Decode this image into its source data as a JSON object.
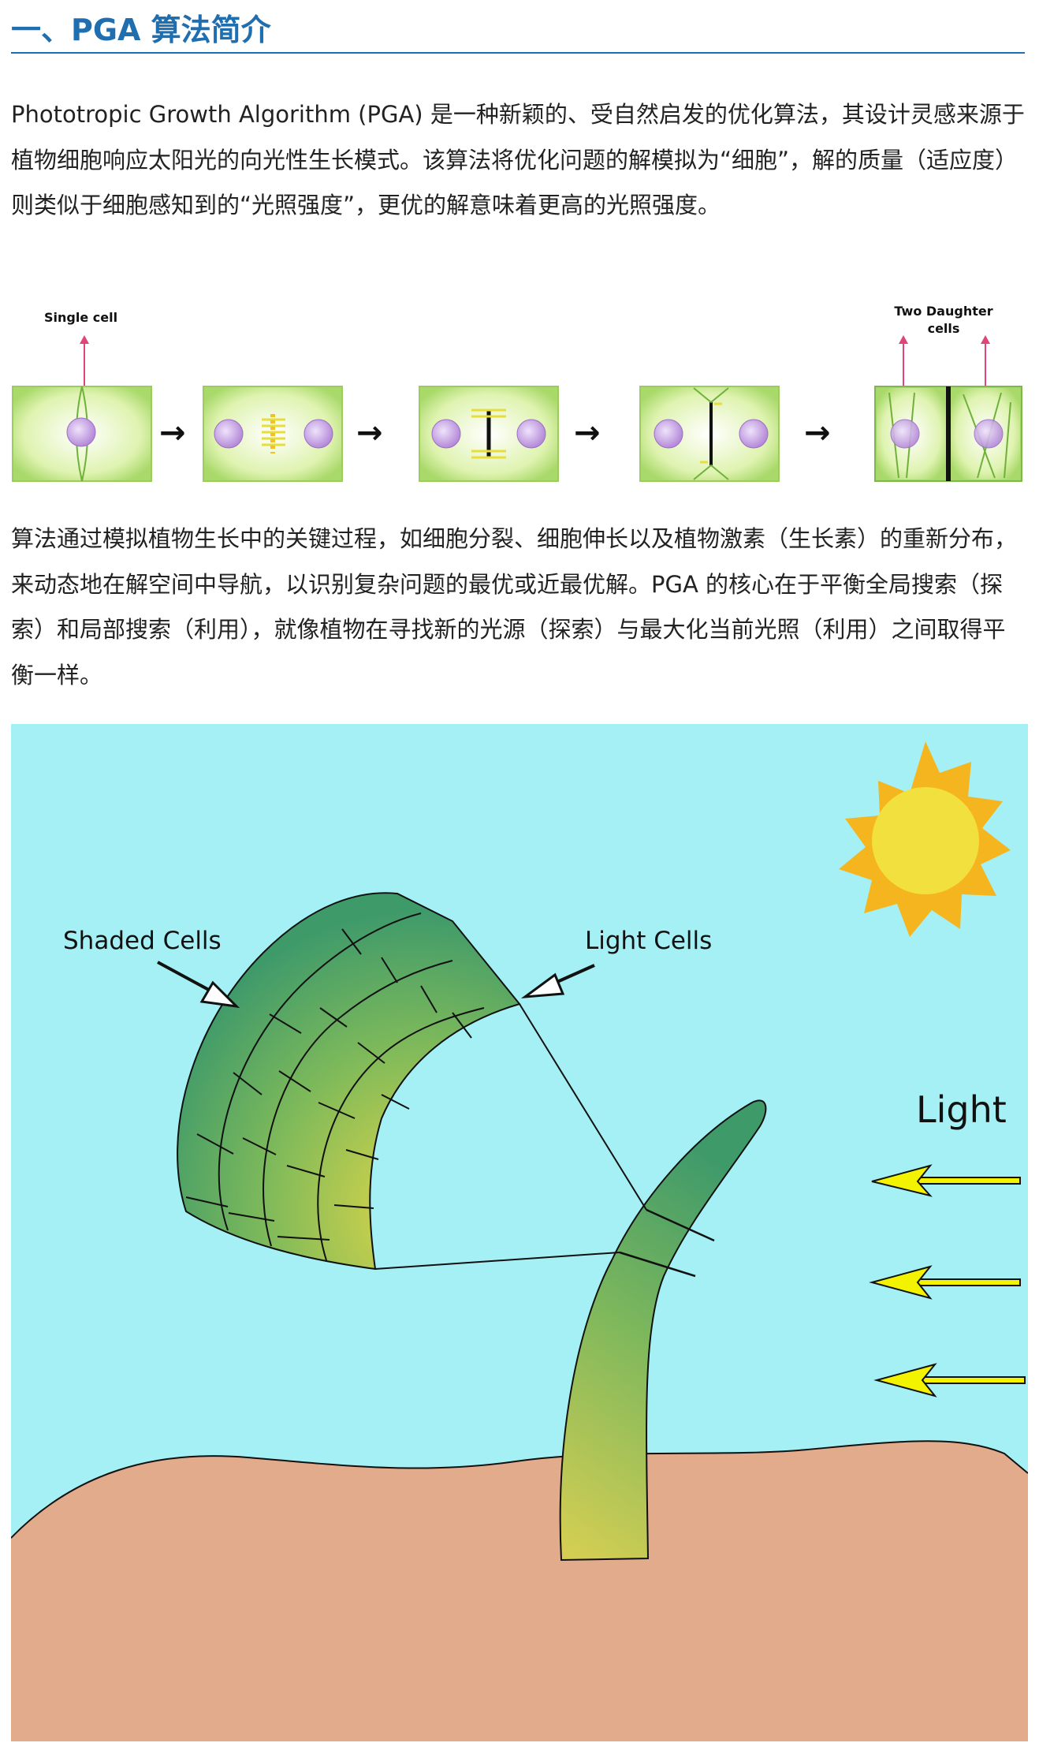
{
  "section": {
    "title": "一、PGA 算法简介"
  },
  "paragraphs": [
    "Phototropic Growth Algorithm (PGA) 是一种新颖的、受自然启发的优化算法，其设计灵感来源于植物细胞响应太阳光的向光性生长模式。该算法将优化问题的解模拟为“细胞”，解的质量（适应度）则类似于细胞感知到的“光照强度”，更优的解意味着更高的光照强度。",
    "算法通过模拟植物生长中的关键过程，如细胞分裂、细胞伸长以及植物激素（生长素）的重新分布，来动态地在解空间中导航，以识别复杂问题的最优或近最优解。PGA 的核心在于平衡全局搜索（探索）和局部搜索（利用），就像植物在寻找新的光源（探索）与最大化当前光照（利用）之间取得平衡一样。"
  ],
  "figure1": {
    "label_single": "Single cell",
    "label_daughter_line1": "Two Daughter",
    "label_daughter_line2": "cells"
  },
  "figure2": {
    "label_shaded": "Shaded Cells",
    "label_light_cells": "Light Cells",
    "label_light": "Light",
    "colors": {
      "sky": "#a4f0f4",
      "soil": "#e2ab8c",
      "sun_outer": "#f5b51e",
      "sun_inner": "#f2e03e",
      "stem_dark": "#3f9a6a",
      "stem_light": "#d4cc52",
      "arrow": "#f3f300"
    }
  }
}
